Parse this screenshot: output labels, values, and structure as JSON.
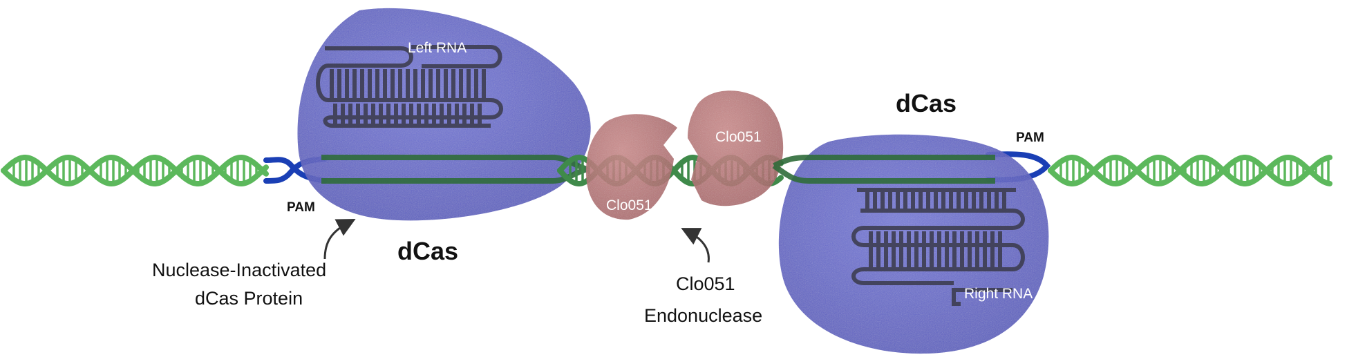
{
  "labels": {
    "left_rna": "Left RNA",
    "right_rna": "Right RNA",
    "dcas_top_right": "dCas",
    "dcas_bottom_left": "dCas",
    "pam_left": "PAM",
    "pam_right": "PAM",
    "clo_top": "Clo051",
    "clo_bottom": "Clo051",
    "nuclease_line1": "Nuclease-Inactivated",
    "nuclease_line2": "dCas Protein",
    "endo_line1": "Clo051",
    "endo_line2": "Endonuclease"
  },
  "colors": {
    "dna_green": "#5cb85c",
    "pam_blue": "#1a3fb5",
    "dcas_blue": "#5b5fc7",
    "clo_red": "#b46a6a",
    "rna_dark": "#3a3a4a"
  }
}
